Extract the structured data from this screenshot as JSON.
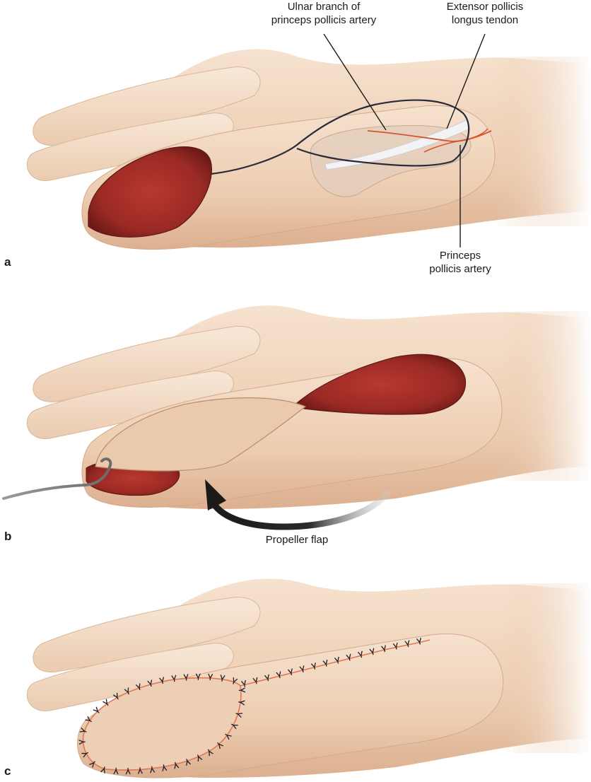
{
  "panels": [
    {
      "letter": "a",
      "labels": {
        "ulnar_branch": {
          "line1": "Ulnar branch of",
          "line2": "princeps pollicis artery"
        },
        "epl_tendon": {
          "line1": "Extensor pollicis",
          "line2": "longus tendon"
        },
        "princeps_artery": {
          "line1": "Princeps",
          "line2": "pollicis artery"
        }
      }
    },
    {
      "letter": "b",
      "labels": {
        "propeller_flap": "Propeller flap"
      }
    },
    {
      "letter": "c",
      "labels": {}
    }
  ],
  "colors": {
    "skin_light": "#f4dcc6",
    "skin_mid": "#e9c3a4",
    "skin_shadow": "#d8a888",
    "wound": "#a8302a",
    "wound_dark": "#7d1d1a",
    "artery": "#d9542e",
    "tendon": "#f2f2f4",
    "incision": "#2a2a3a",
    "suture": "#1e1e2a"
  }
}
